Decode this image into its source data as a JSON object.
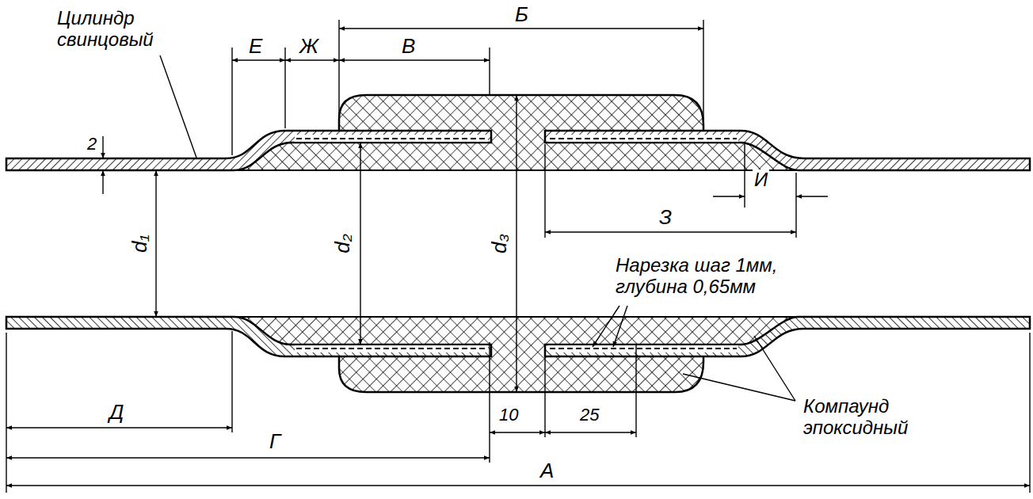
{
  "diagram": {
    "labels": [
      "Цилиндр свинцовый",
      "2",
      "Е",
      "Ж",
      "В",
      "Б",
      "d₁",
      "d₂",
      "d₃",
      "З",
      "И",
      "Нарезка шаг 1мм, глубина 0,65мм",
      "10",
      "25",
      "Компаунд эпоксидный",
      "Д",
      "Г",
      "А"
    ]
  }
}
